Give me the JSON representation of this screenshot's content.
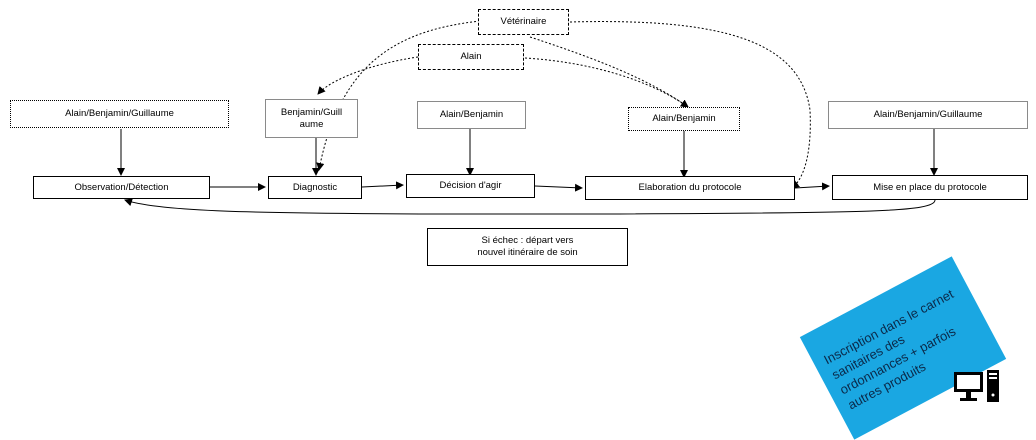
{
  "diagram": {
    "actors": {
      "veterinaire": "Vétérinaire",
      "alain": "Alain",
      "observers": "Alain/Benjamin/Guillaume",
      "diagnosticians": "Benjamin/Guill aume",
      "deciders": "Alain/Benjamin",
      "protocol_authors": "Alain/Benjamin",
      "implementers": "Alain/Benjamin/Guillaume"
    },
    "steps": {
      "observation": "Observation/Détection",
      "diagnostic": "Diagnostic",
      "decision": "Décision d'agir",
      "elaboration": "Elaboration du protocole",
      "mise_en_place": "Mise en place du protocole"
    },
    "failure_note": "Si échec : départ vers nouvel itinéraire de soin",
    "sticky_note": "Inscription dans le carnet sanitaires des ordonnances + parfois autres produits",
    "computer_icon": "computer-icon"
  }
}
